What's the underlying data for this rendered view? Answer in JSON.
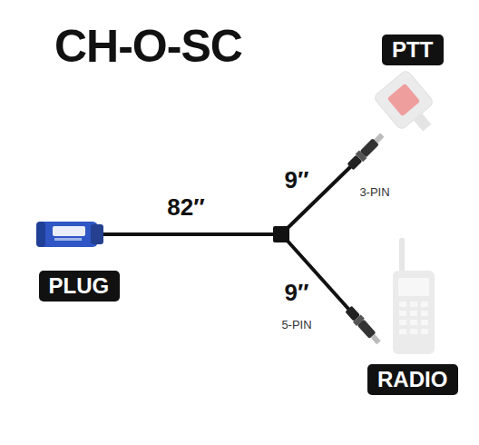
{
  "diagram": {
    "title": "CH-O-SC",
    "nodes": [
      {
        "text": [
          "PTT"
        ]
      },
      {
        "text": [
          "PLUG"
        ]
      },
      {
        "text": [
          "RADIO"
        ]
      }
    ],
    "labels": [
      "82″",
      "9″",
      "9″",
      "3-PIN",
      "5-PIN"
    ]
  }
}
